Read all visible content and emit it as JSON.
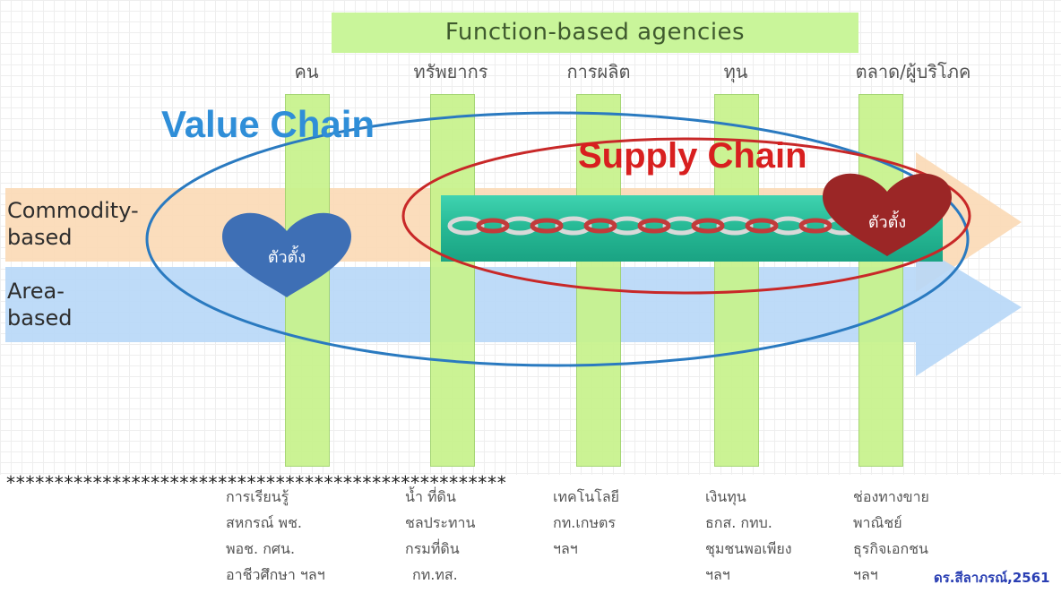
{
  "header": {
    "title": "Function-based agencies"
  },
  "agencies": [
    "คน",
    "ทรัพยากร",
    "การผลิต",
    "ทุน",
    "ตลาด/ผู้บริโภค"
  ],
  "rows": {
    "commodity": [
      "Commodity-",
      "based"
    ],
    "area": [
      "Area-",
      "based"
    ]
  },
  "value_chain": "Value Chain",
  "supply_chain": "Supply Chain",
  "hearts": [
    "ตัวตั้ง",
    "ตัวตั้ง"
  ],
  "separator": "****************************************************",
  "descriptions": [
    [
      "การเรียนรู้",
      "สหกรณ์ พช.",
      "พอช. กศน.",
      "อาชีวศึกษา ฯลฯ"
    ],
    [
      "น้ำ ที่ดิน",
      "ชลประทาน",
      "กรมที่ดิน",
      "กท.ทส."
    ],
    [
      "เทคโนโลยี",
      "กท.เกษตร",
      "ฯลฯ"
    ],
    [
      "เงินทุน",
      "ธกส. กทบ.",
      "ชุมชนพอเพียง",
      "ฯลฯ"
    ],
    [
      "ช่องทางขาย",
      "พาณิชย์",
      "ธุรกิจเอกชน",
      "ฯลฯ"
    ]
  ],
  "credit": "ดร.สีลาภรณ์,2561",
  "colors": {
    "commodity_arrow": "#fbd9b5",
    "area_arrow": "#b7d7f7",
    "bar_green": "#c7f38c",
    "header_green": "#c9f59a",
    "value_chain_blue": "#2f8ed8",
    "supply_chain_red": "#d81f1f",
    "chain_teal": "#2fc4a3",
    "heart_blue": "#3e6fb5",
    "heart_red": "#9b2626"
  }
}
